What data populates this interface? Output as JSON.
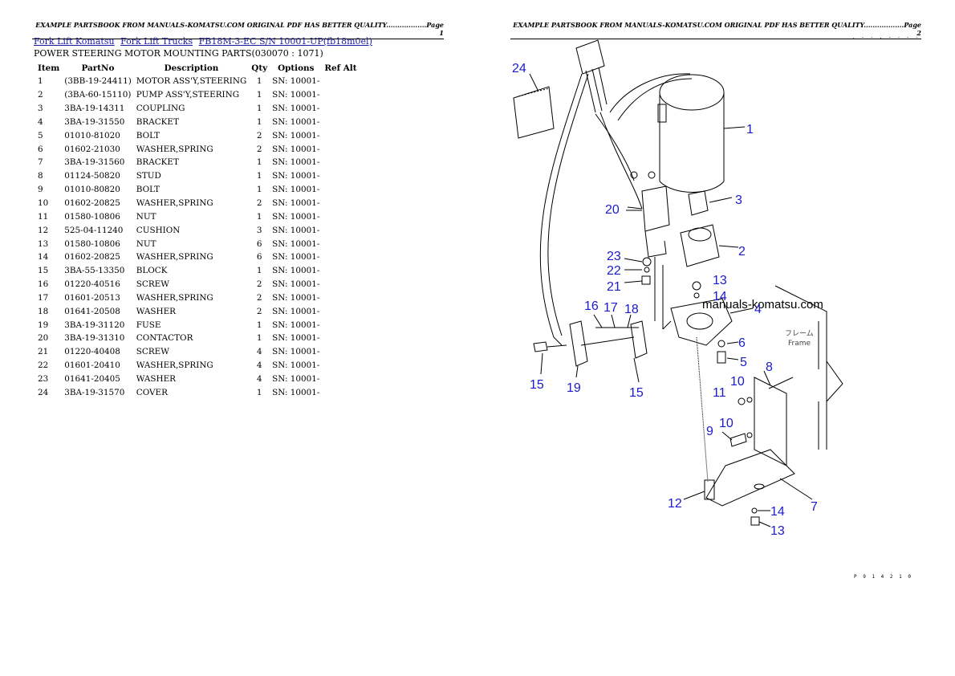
{
  "header": {
    "left_text": "EXAMPLE PARTSBOOK FROM MANUALS-KOMATSU.COM ORIGINAL PDF HAS BETTER QUALITY..................Page 1",
    "right_text": "EXAMPLE PARTSBOOK FROM MANUALS-KOMATSU.COM ORIGINAL PDF HAS BETTER QUALITY..................Page 2"
  },
  "breadcrumb": {
    "link1": "Fork Lift Komatsu",
    "link2": "Fork Lift Trucks",
    "link3": "FB18M-3-EC S/N 10001-UP(fb18m0el)"
  },
  "section_title": "POWER STEERING MOTOR MOUNTING PARTS(030070 : 1071)",
  "table": {
    "headers": [
      "Item",
      "PartNo",
      "Description",
      "Qty",
      "Options",
      "Ref Alt"
    ],
    "rows": [
      {
        "item": "1",
        "part": "(3BB-19-24411)",
        "desc": "MOTOR ASS'Y,STEERING",
        "qty": "1",
        "opt": "SN: 10001-"
      },
      {
        "item": "2",
        "part": "(3BA-60-15110)",
        "desc": "PUMP ASS'Y,STEERING",
        "qty": "1",
        "opt": "SN: 10001-"
      },
      {
        "item": "3",
        "part": "3BA-19-14311",
        "desc": "COUPLING",
        "qty": "1",
        "opt": "SN: 10001-"
      },
      {
        "item": "4",
        "part": "3BA-19-31550",
        "desc": "BRACKET",
        "qty": "1",
        "opt": "SN: 10001-"
      },
      {
        "item": "5",
        "part": "01010-81020",
        "desc": "BOLT",
        "qty": "2",
        "opt": "SN: 10001-"
      },
      {
        "item": "6",
        "part": "01602-21030",
        "desc": "WASHER,SPRING",
        "qty": "2",
        "opt": "SN: 10001-"
      },
      {
        "item": "7",
        "part": "3BA-19-31560",
        "desc": "BRACKET",
        "qty": "1",
        "opt": "SN: 10001-"
      },
      {
        "item": "8",
        "part": "01124-50820",
        "desc": "STUD",
        "qty": "1",
        "opt": "SN: 10001-"
      },
      {
        "item": "9",
        "part": "01010-80820",
        "desc": "BOLT",
        "qty": "1",
        "opt": "SN: 10001-"
      },
      {
        "item": "10",
        "part": "01602-20825",
        "desc": "WASHER,SPRING",
        "qty": "2",
        "opt": "SN: 10001-"
      },
      {
        "item": "11",
        "part": "01580-10806",
        "desc": "NUT",
        "qty": "1",
        "opt": "SN: 10001-"
      },
      {
        "item": "12",
        "part": "525-04-11240",
        "desc": "CUSHION",
        "qty": "3",
        "opt": "SN: 10001-"
      },
      {
        "item": "13",
        "part": "01580-10806",
        "desc": "NUT",
        "qty": "6",
        "opt": "SN: 10001-"
      },
      {
        "item": "14",
        "part": "01602-20825",
        "desc": "WASHER,SPRING",
        "qty": "6",
        "opt": "SN: 10001-"
      },
      {
        "item": "15",
        "part": "3BA-55-13350",
        "desc": "BLOCK",
        "qty": "1",
        "opt": "SN: 10001-"
      },
      {
        "item": "16",
        "part": "01220-40516",
        "desc": "SCREW",
        "qty": "2",
        "opt": "SN: 10001-"
      },
      {
        "item": "17",
        "part": "01601-20513",
        "desc": "WASHER,SPRING",
        "qty": "2",
        "opt": "SN: 10001-"
      },
      {
        "item": "18",
        "part": "01641-20508",
        "desc": "WASHER",
        "qty": "2",
        "opt": "SN: 10001-"
      },
      {
        "item": "19",
        "part": "3BA-19-31120",
        "desc": "FUSE",
        "qty": "1",
        "opt": "SN: 10001-"
      },
      {
        "item": "20",
        "part": "3BA-19-31310",
        "desc": "CONTACTOR",
        "qty": "1",
        "opt": "SN: 10001-"
      },
      {
        "item": "21",
        "part": "01220-40408",
        "desc": "SCREW",
        "qty": "4",
        "opt": "SN: 10001-"
      },
      {
        "item": "22",
        "part": "01601-20410",
        "desc": "WASHER,SPRING",
        "qty": "4",
        "opt": "SN: 10001-"
      },
      {
        "item": "23",
        "part": "01641-20405",
        "desc": "WASHER",
        "qty": "4",
        "opt": "SN: 10001-"
      },
      {
        "item": "24",
        "part": "3BA-19-31570",
        "desc": "COVER",
        "qty": "1",
        "opt": "SN: 10001-"
      }
    ]
  },
  "diagram": {
    "watermark": "manuals-komatsu.com",
    "frame_jp": "フレーム",
    "frame_en": "Frame",
    "drawing_code": "P 9 1 4 2 1 0",
    "top_marks": ". - - . - - - -",
    "callouts": {
      "c1": "1",
      "c2": "2",
      "c3": "3",
      "c4": "4",
      "c5": "5",
      "c6": "6",
      "c7": "7",
      "c8": "8",
      "c9": "9",
      "c10a": "10",
      "c10b": "10",
      "c11": "11",
      "c12": "12",
      "c13a": "13",
      "c13b": "13",
      "c14a": "14",
      "c14b": "14",
      "c15a": "15",
      "c15b": "15",
      "c16": "16",
      "c17": "17",
      "c18": "18",
      "c19": "19",
      "c20": "20",
      "c21": "21",
      "c22": "22",
      "c23": "23",
      "c24": "24"
    }
  }
}
